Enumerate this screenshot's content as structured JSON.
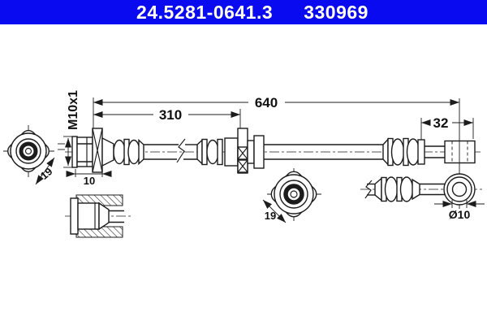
{
  "header": {
    "part_number": "24.5281-0641.3",
    "catalog_number": "330969"
  },
  "labels": {
    "thread_spec": "M10x1",
    "dim_310": "310",
    "dim_640": "640",
    "dim_32": "32",
    "dim_10": "10",
    "hex_left": "19",
    "hex_bottom": "19",
    "bore": "Ø10"
  },
  "colors": {
    "header_bg": "#0a0af0",
    "header_text": "#ffffff",
    "line": "#1c1c1c"
  }
}
